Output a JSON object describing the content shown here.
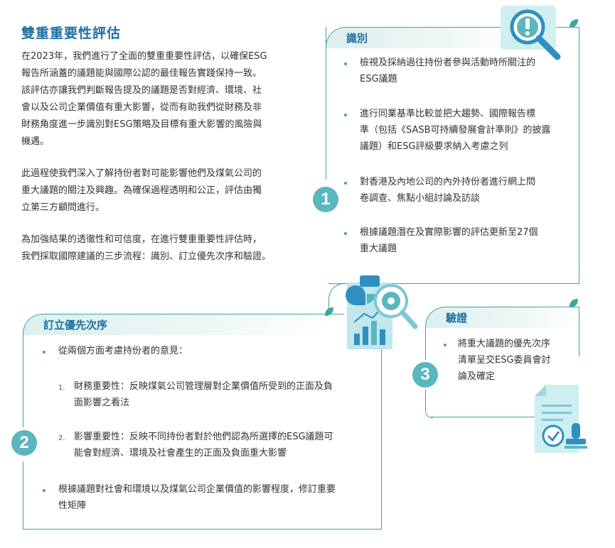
{
  "title": "雙重重要性評估",
  "intro": {
    "p1": [
      "在2023年，我們進行了全面的雙重重要性評估，以確保ESG",
      "報告所涵蓋的議題能與國際公認的最佳報告實踐保持一致。",
      "該評估亦讓我們判斷報告提及的議題是否對經濟、環境、社",
      "會以及公司企業價值有重大影響，從而有助我們從財務及非",
      "財務角度進一步識別對ESG策略及目標有重大影響的風險與",
      "機遇。"
    ],
    "p2": [
      "此過程使我們深入了解持份者對可能影響他們及煤氣公司的",
      "重大議題的關注及興趣。為確保過程透明和公正，評估由獨",
      "立第三方顧問進行。"
    ],
    "p3": [
      "為加強結果的透徹性和可信度，在進行雙重重要性評估時，",
      "我們採取國際建議的三步流程：識別、訂立優先次序和驗證。"
    ]
  },
  "step1": {
    "number": "1",
    "heading": "識別",
    "bullets": [
      [
        "檢視及採納過往持份者參與活動時所關注的",
        "ESG議題"
      ],
      [
        "進行同業基準比較並把大趨勢、國際報告標",
        "準（包括《SASB可持續發展會計準則》的披露",
        "議題）和ESG評級要求納入考慮之列"
      ],
      [
        "對香港及內地公司的內外持份者進行網上問",
        "卷調查、焦點小組討論及訪談"
      ],
      [
        "根據議題潛在及實際影響的評估更新至27個",
        "重大議題"
      ]
    ]
  },
  "step2": {
    "number": "2",
    "heading": "訂立優先次序",
    "bullet1": "從兩個方面考慮持份者的意見：",
    "sub": [
      {
        "n": "1.",
        "lines": [
          "財務重要性：反映煤氣公司管理層對企業價值所受到的正面及負",
          "面影響之看法"
        ]
      },
      {
        "n": "2.",
        "lines": [
          "影響重要性：反映不同持份者對於他們認為所選擇的ESG議題可",
          "能會對經濟、環境及社會產生的正面及負面重大影響"
        ]
      }
    ],
    "bullet2": [
      "根據議題對社會和環境以及煤氣公司企業價值的影響程度，修訂重要",
      "性矩陣"
    ]
  },
  "step3": {
    "number": "3",
    "heading": "驗證",
    "bullet": [
      "將重大議題的優先次序",
      "清單呈交ESG委員會討",
      "論及確定"
    ]
  },
  "icons": {
    "step1": "magnifier-exclamation-icon",
    "step2": "clipboard-chart-gear-icon",
    "step3": "document-approval-stamp-icon"
  },
  "colors": {
    "accent": "#3ea3a3",
    "title": "#1d6fa0",
    "badge": "#5ab7bd"
  }
}
